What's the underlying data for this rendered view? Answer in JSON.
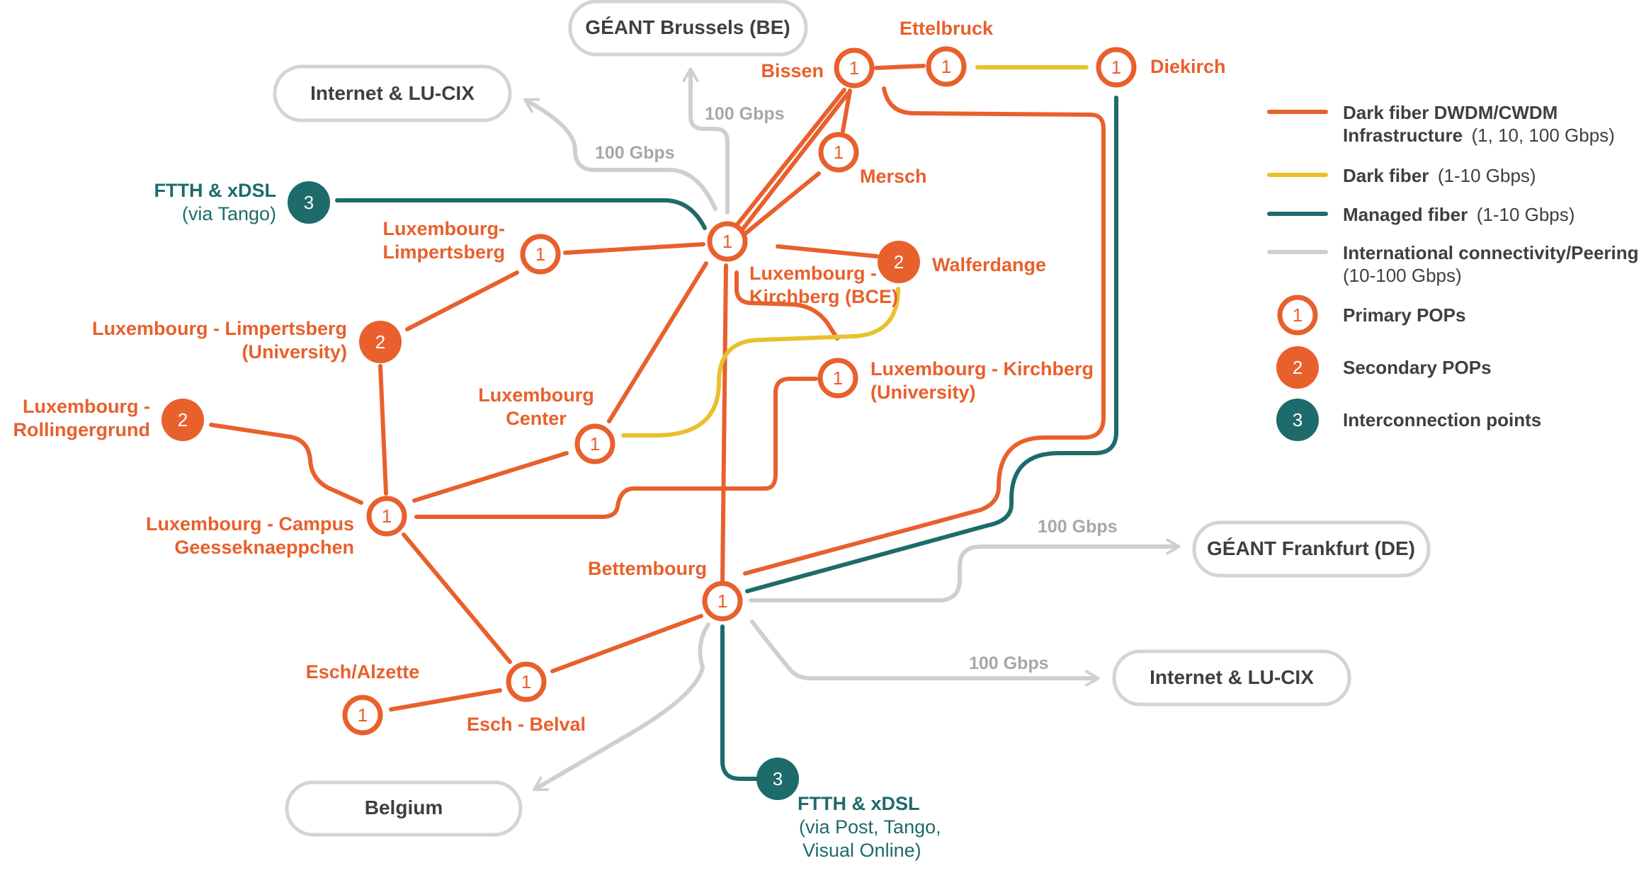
{
  "colors": {
    "dark_fiber_dwdm": "#E8602C",
    "dark_fiber": "#E8C12C",
    "managed_fiber": "#1D6B6B",
    "international": "#CFCFCF"
  },
  "boxes": {
    "geant_brussels": "GÉANT Brussels (BE)",
    "internet_lucix_top": "Internet & LU-CIX",
    "geant_frankfurt": "GÉANT Frankfurt (DE)",
    "internet_lucix_bottom": "Internet & LU-CIX",
    "belgium": "Belgium"
  },
  "speeds": {
    "brussels": "100 Gbps",
    "internet_top": "100 Gbps",
    "frankfurt": "100 Gbps",
    "internet_bottom": "100 Gbps"
  },
  "nodes": {
    "bissen": {
      "label": "Bissen",
      "type": "1"
    },
    "ettelbruck": {
      "label": "Ettelbruck",
      "type": "1"
    },
    "diekirch": {
      "label": "Diekirch",
      "type": "1"
    },
    "mersch": {
      "label": "Mersch",
      "type": "1"
    },
    "kirchberg_bce": {
      "label_line1": "Luxembourg -",
      "label_line2": "Kirchberg (BCE)",
      "type": "1"
    },
    "walferdange": {
      "label": "Walferdange",
      "type": "2"
    },
    "limpertsberg": {
      "label_line1": "Luxembourg-",
      "label_line2": "Limpertsberg",
      "type": "1"
    },
    "limpertsberg_uni": {
      "label_line1": "Luxembourg - Limpertsberg",
      "label_line2": "(University)",
      "type": "2"
    },
    "rollingergrund": {
      "label_line1": "Luxembourg -",
      "label_line2": "Rollingergrund",
      "type": "2"
    },
    "center": {
      "label_line1": "Luxembourg",
      "label_line2": "Center",
      "type": "1"
    },
    "kirchberg_uni": {
      "label_line1": "Luxembourg - Kirchberg",
      "label_line2": "(University)",
      "type": "1"
    },
    "campus": {
      "label_line1": "Luxembourg - Campus",
      "label_line2": "Geesseknaeppchen",
      "type": "1"
    },
    "bettembourg": {
      "label": "Bettembourg",
      "type": "1"
    },
    "esch_alzette": {
      "label": "Esch/Alzette",
      "type": "1"
    },
    "esch_belval": {
      "label": "Esch - Belval",
      "type": "1"
    },
    "ftth_tango": {
      "label_line1": "FTTH & xDSL",
      "label_line2": "(via Tango)",
      "type": "3"
    },
    "ftth_post": {
      "label_line1": "FTTH & xDSL",
      "label_line2": "(via Post, Tango,",
      "label_line3": "Visual Online)",
      "type": "3"
    }
  },
  "legend": {
    "dwdm_line1": "Dark fiber DWDM/CWDM",
    "dwdm_line2_bold": "Infrastructure",
    "dwdm_line2_rest": "(1, 10, 100 Gbps)",
    "dark_bold": "Dark fiber",
    "dark_rest": "(1-10 Gbps)",
    "managed_bold": "Managed fiber",
    "managed_rest": "(1-10 Gbps)",
    "intl_line1": "International connectivity/Peering",
    "intl_line2": "(10-100 Gbps)",
    "primary": "Primary POPs",
    "secondary": "Secondary POPs",
    "interconnection": "Interconnection points",
    "num_primary": "1",
    "num_secondary": "2",
    "num_interconnection": "3"
  }
}
